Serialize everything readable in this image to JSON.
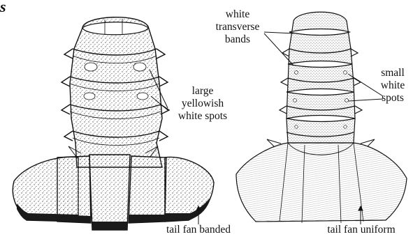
{
  "figure_letter": "s",
  "left_tail": {
    "spots_label": [
      "large",
      "yellowish",
      "white spots"
    ],
    "fan_label": "tail fan banded"
  },
  "right_tail": {
    "bands_label": [
      "white",
      "transverse",
      "bands"
    ],
    "spots_label": [
      "small",
      "white",
      "spots"
    ],
    "fan_label": "tail fan uniform"
  },
  "colors": {
    "ink": "#111111",
    "paper": "#ffffff",
    "stipple": "#6e6e6e",
    "dark_band": "#1a1a1a"
  }
}
